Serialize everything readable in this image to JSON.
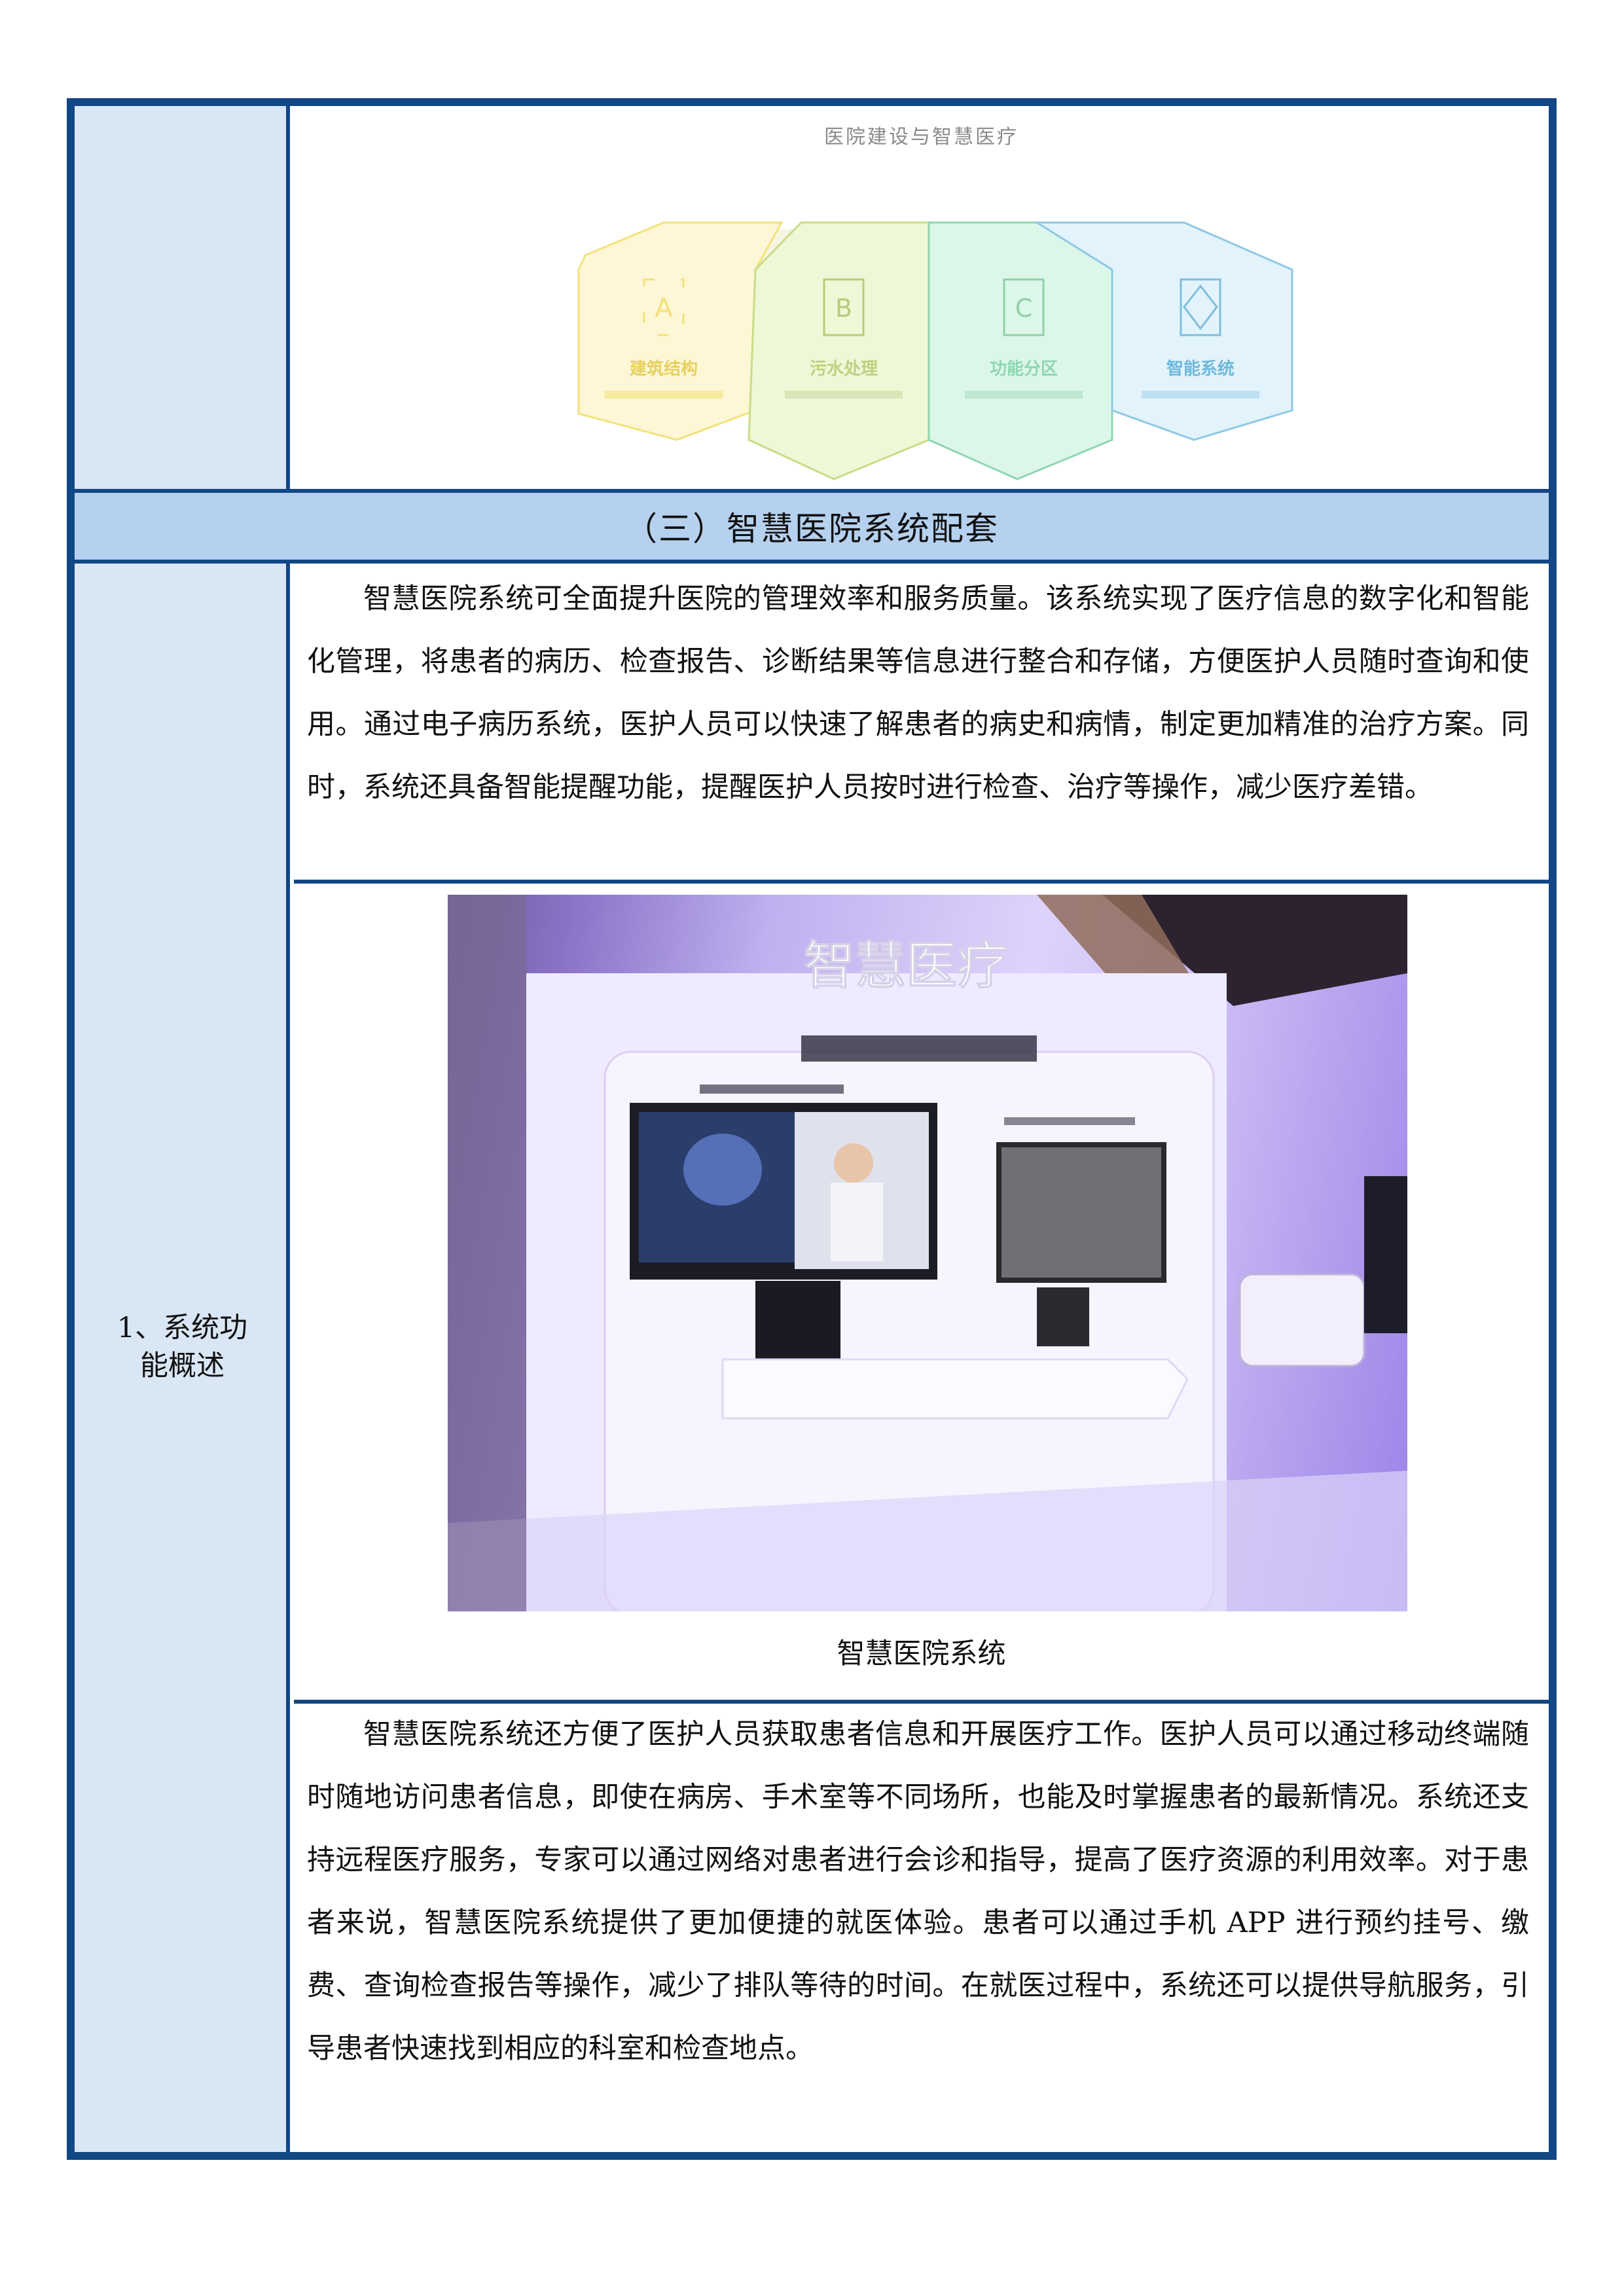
{
  "diagram": {
    "title": "医院建设与智慧医疗",
    "panels": [
      {
        "letter": "A",
        "label": "建筑结构",
        "subtitle": "",
        "color": "#f3e27a",
        "fill": "#fdf7d6"
      },
      {
        "letter": "B",
        "label": "污水处理",
        "subtitle": "",
        "color": "#c9dc86",
        "fill": "#eef7d6"
      },
      {
        "letter": "C",
        "label": "功能分区",
        "subtitle": "",
        "color": "#8fd6b0",
        "fill": "#dcf7ea"
      },
      {
        "letter": "◇",
        "label": "智能系统",
        "subtitle": "",
        "color": "#8ec8e4",
        "fill": "#e2f3fb"
      }
    ]
  },
  "section": {
    "header": "（三）智慧医院系统配套",
    "row_label": "1、系统功能概述"
  },
  "paragraphs": [
    "智慧医院系统可全面提升医院的管理效率和服务质量。该系统实现了医疗信息的数字化和智能化管理，将患者的病历、检查报告、诊断结果等信息进行整合和存储，方便医护人员随时查询和使用。通过电子病历系统，医护人员可以快速了解患者的病史和病情，制定更加精准的治疗方案。同时，系统还具备智能提醒功能，提醒医护人员按时进行检查、治疗等操作，减少医疗差错。",
    "智慧医院系统还方便了医护人员获取患者信息和开展医疗工作。医护人员可以通过移动终端随时随地访问患者信息，即使在病房、手术室等不同场所，也能及时掌握患者的最新情况。系统还支持远程医疗服务，专家可以通过网络对患者进行会诊和指导，提高了医疗资源的利用效率。对于患者来说，智慧医院系统提供了更加便捷的就医体验。患者可以通过手机 APP 进行预约挂号、缴费、查询检查报告等操作，减少了排队等待的时间。在就医过程中，系统还可以提供导航服务，引导患者快速找到相应的科室和检查地点。"
  ],
  "photo": {
    "sign_text": "智慧医疗",
    "caption": "智慧医院系统"
  },
  "colors": {
    "border": "#124785",
    "header_bg": "#b5d1ef",
    "left_col_bg": "#d9e6f4"
  }
}
